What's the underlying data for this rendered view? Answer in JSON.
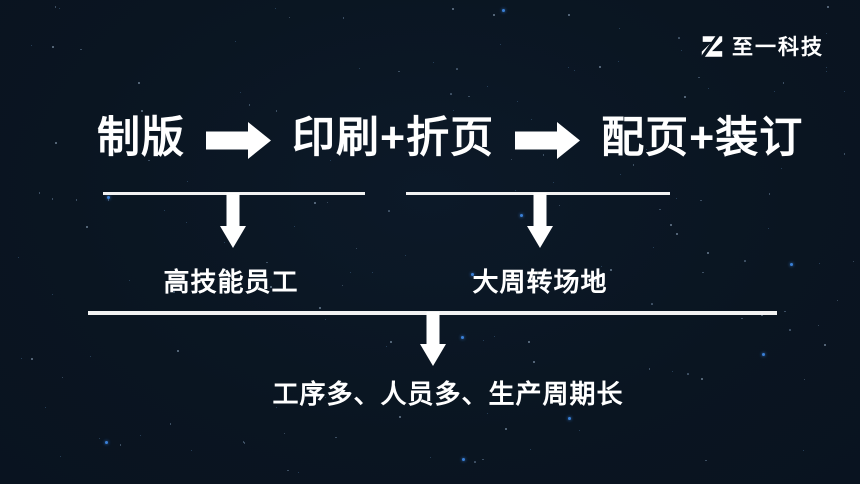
{
  "theme": {
    "background": "#0a1521",
    "text_color": "#ffffff",
    "line_color": "#f2f2f2",
    "star_colors": [
      "#3d85e0",
      "#9db4cc",
      "#53687e",
      "#33506e"
    ]
  },
  "logo": {
    "company": "至一科技",
    "icon": "z-slash-logo"
  },
  "flow": {
    "steps": [
      {
        "label": "制版"
      },
      {
        "label": "印刷+折页"
      },
      {
        "label": "配页+装订"
      }
    ]
  },
  "branches": [
    {
      "label": "高技能员工"
    },
    {
      "label": "大周转场地"
    }
  ],
  "summary": {
    "label": "工序多、人员多、生产周期长"
  }
}
